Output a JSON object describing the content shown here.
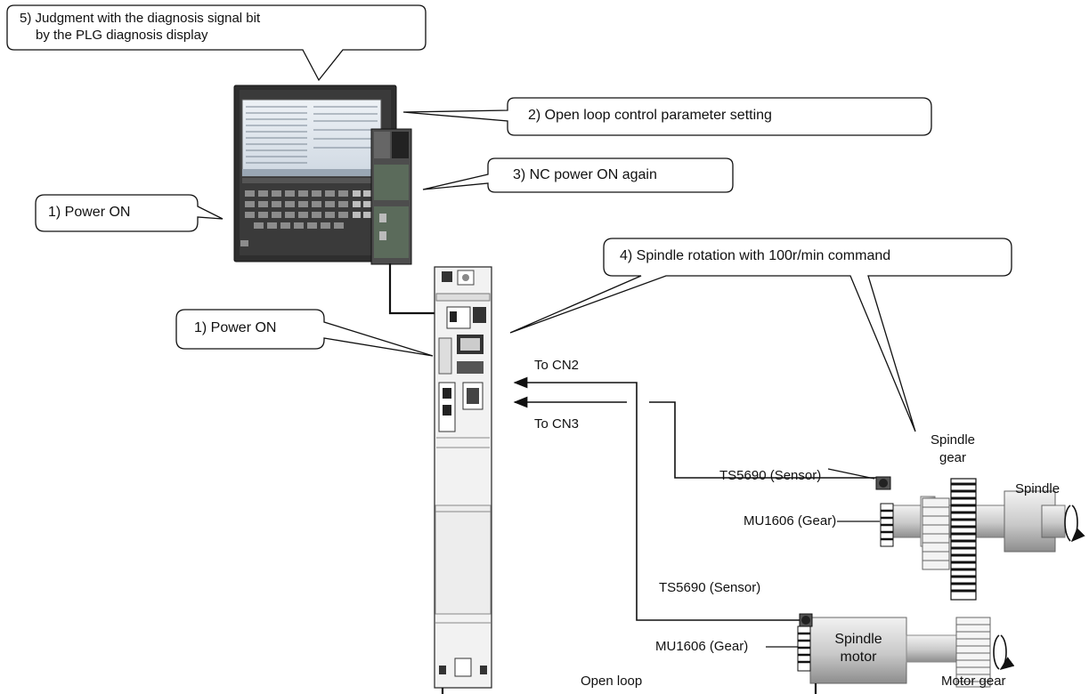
{
  "callouts": {
    "step5_line1": "5)  Judgment with the diagnosis signal bit",
    "step5_line2": "by the PLG diagnosis display",
    "step2": "2) Open loop control parameter setting",
    "step3": "3) NC power ON again",
    "step1_nc": "1) Power ON",
    "step1_drive": "1) Power ON",
    "step4": "4) Spindle rotation with 100r/min command"
  },
  "connections": {
    "to_cn2": "To CN2",
    "to_cn3": "To CN3"
  },
  "components": {
    "spindle_gear_line1": "Spindle",
    "spindle_gear_line2": "gear",
    "spindle": "Spindle",
    "sensor_spindle": "TS5690 (Sensor)",
    "gear_spindle": "MU1606 (Gear)",
    "sensor_motor": "TS5690 (Sensor)",
    "gear_motor": "MU1606 (Gear)",
    "motor_line1": "Spindle",
    "motor_line2": "motor",
    "motor_gear": "Motor gear",
    "open_loop": "Open loop"
  },
  "colors": {
    "line": "#111111",
    "bubble_fill": "#ffffff",
    "nc_bezel": "#2b2b2b",
    "nc_screen": "#dfe6ee",
    "drive_body": "#f4f4f4",
    "metal_light": "#e6e6e6",
    "metal_dark": "#8a8a8a"
  },
  "icons": [
    "nc-unit-illustration",
    "drive-unit-illustration",
    "spindle-gear-icon",
    "spindle-icon",
    "rotation-arrow-icon",
    "spindle-motor-icon",
    "motor-gear-icon",
    "sensor-icon",
    "encoder-gear-icon"
  ]
}
